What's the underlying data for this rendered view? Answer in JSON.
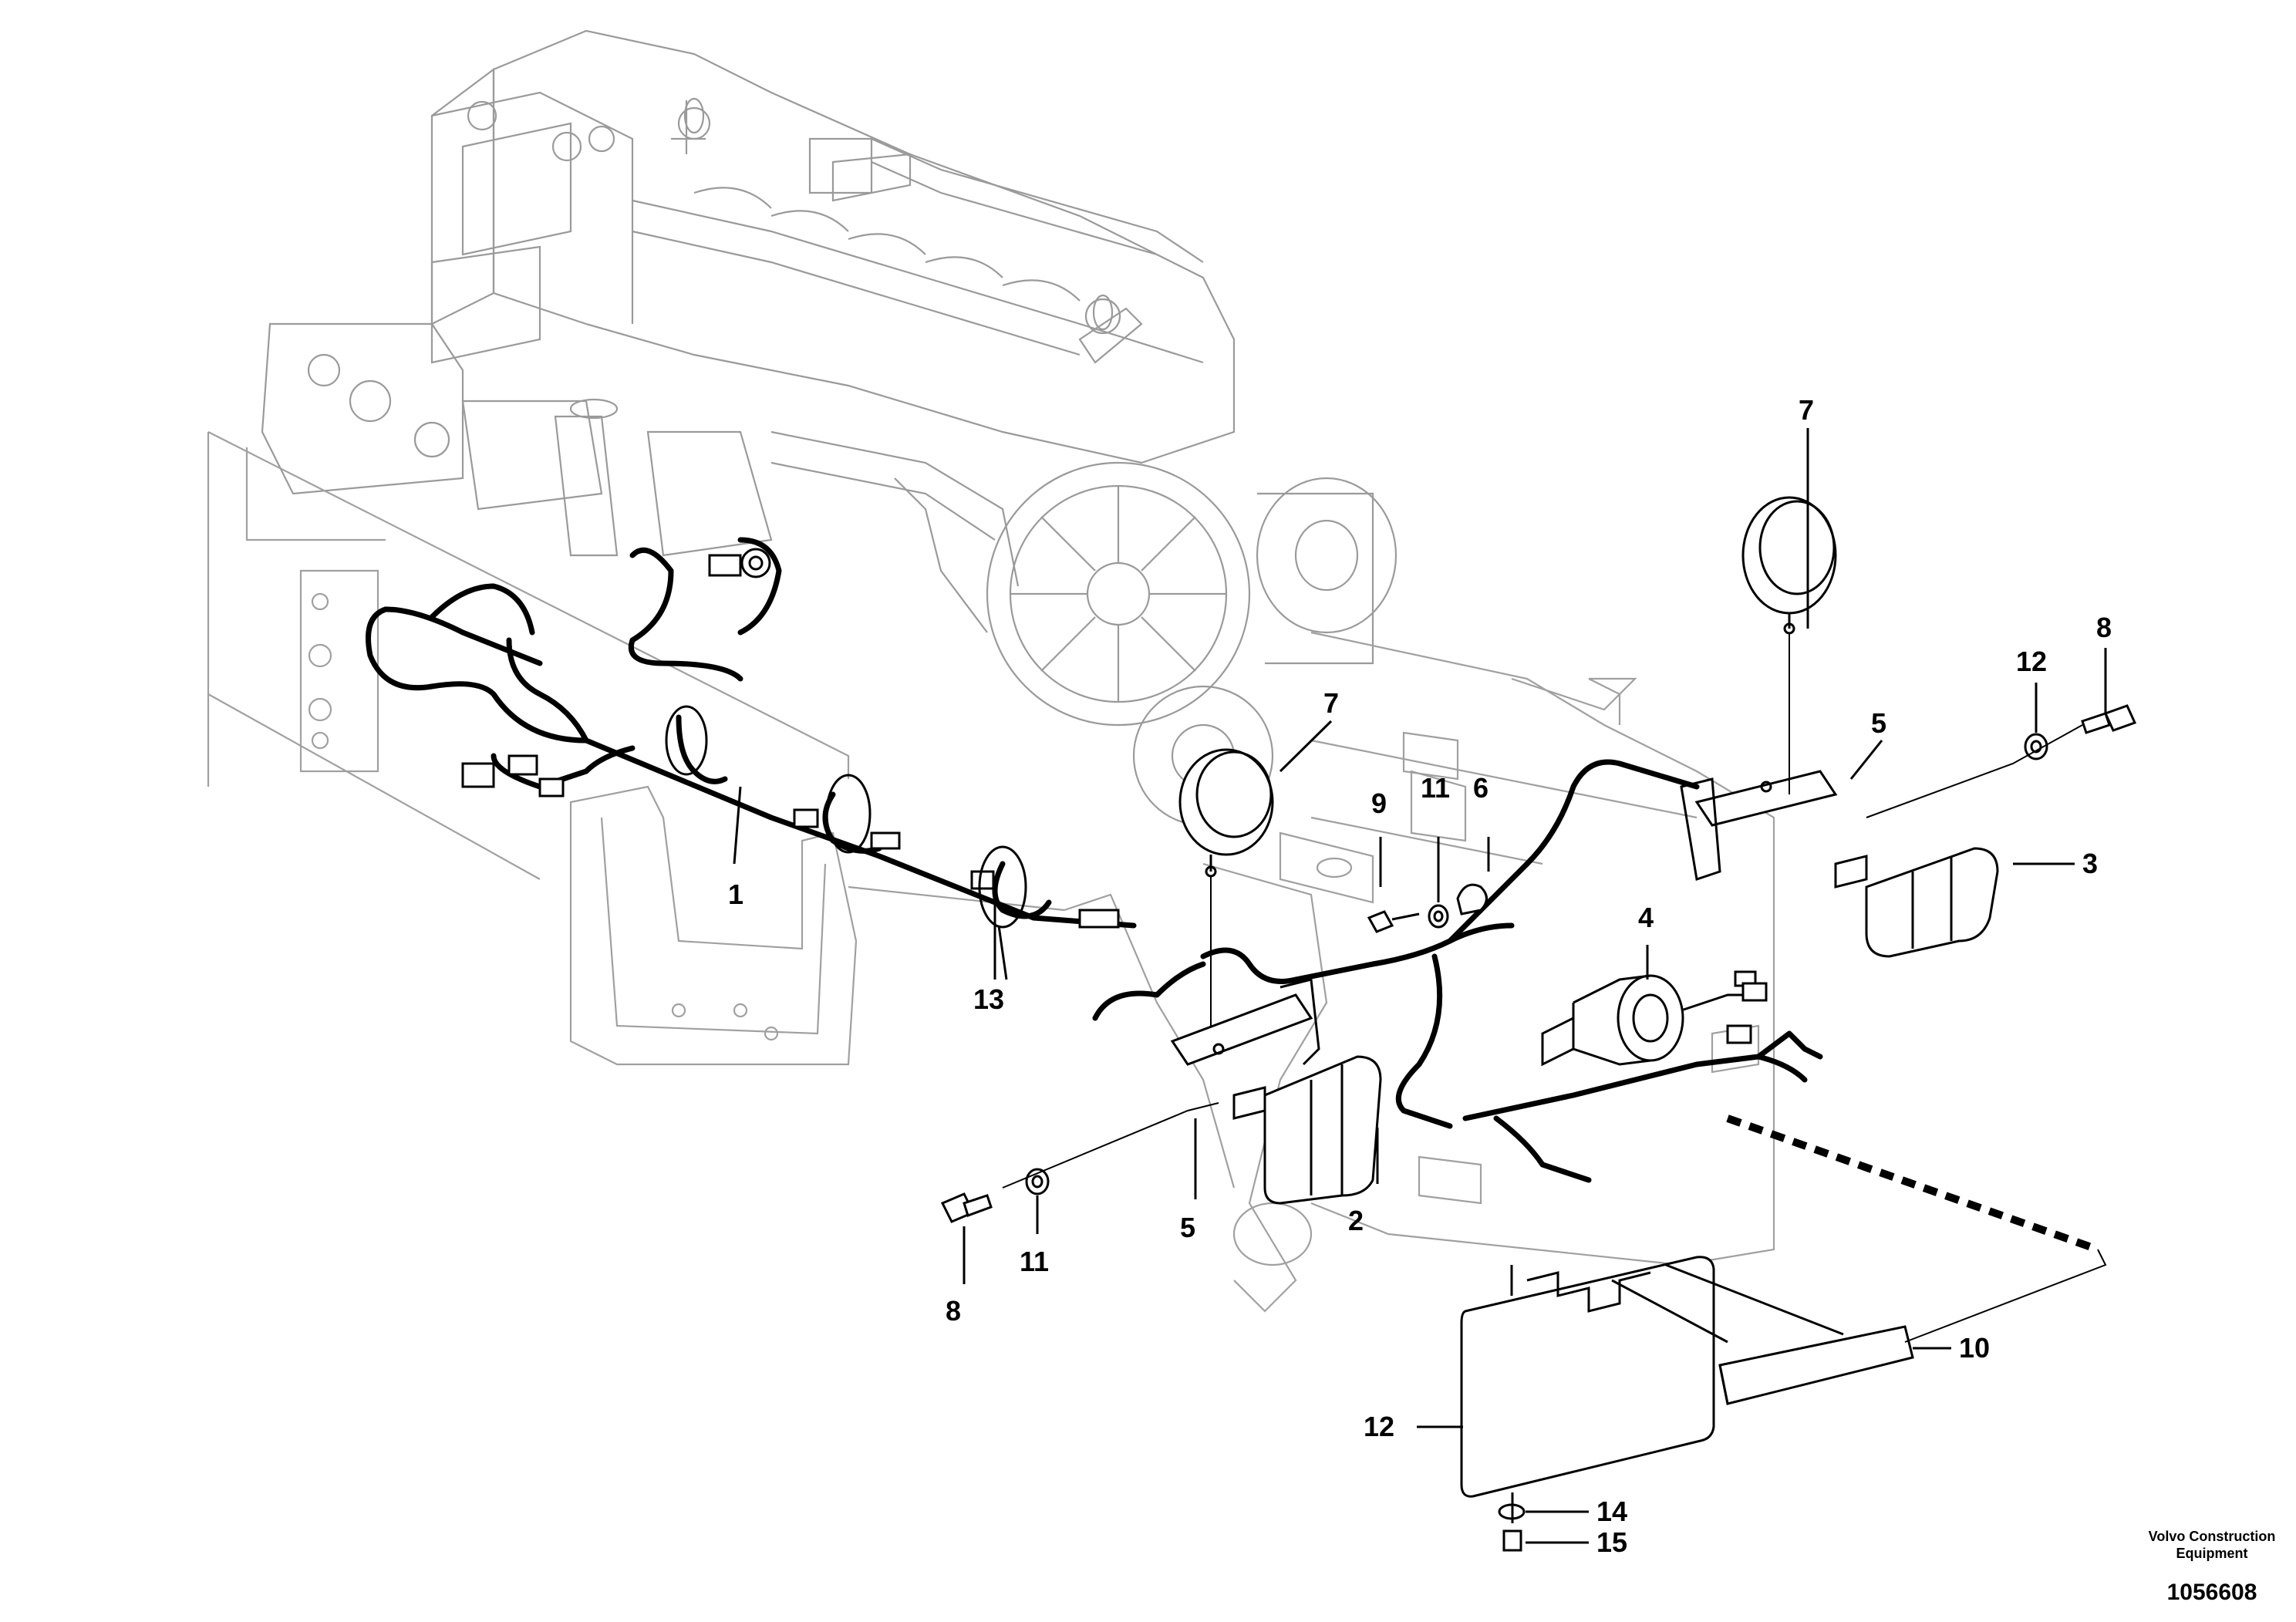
{
  "callouts": {
    "c1": "1",
    "c2": "2",
    "c3": "3",
    "c4": "4",
    "c5a": "5",
    "c5b": "5",
    "c6": "6",
    "c7a": "7",
    "c7b": "7",
    "c8a": "8",
    "c8b": "8",
    "c9": "9",
    "c10": "10",
    "c11a": "11",
    "c11b": "11",
    "c12a": "12",
    "c12b": "12",
    "c13": "13",
    "c14": "14",
    "c15": "15"
  },
  "footer": {
    "brand_line1": "Volvo Construction",
    "brand_line2": "Equipment",
    "doc_number": "1056608"
  }
}
